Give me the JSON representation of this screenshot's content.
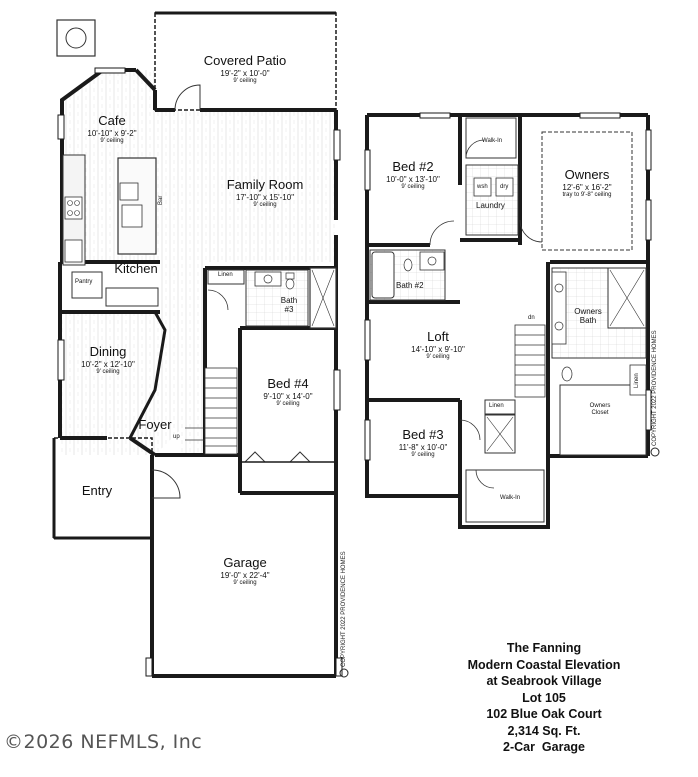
{
  "first_floor": {
    "covered_patio": {
      "name": "Covered Patio",
      "dims": "19'-2\" x 10'-0\"",
      "ceiling": "9' ceiling"
    },
    "cafe": {
      "name": "Cafe",
      "dims": "10'-10\" x 9'-2\"",
      "ceiling": "9' ceiling"
    },
    "family_room": {
      "name": "Family Room",
      "dims": "17'-10\" x 15'-10\"",
      "ceiling": "9' ceiling"
    },
    "kitchen": {
      "name": "Kitchen"
    },
    "bar_label": "Bar",
    "pantry_label": "Pantry",
    "linen_label": "Linen",
    "bath3": {
      "name": "Bath",
      "number": "#3"
    },
    "dining": {
      "name": "Dining",
      "dims": "10'-2\" x 12'-10\"",
      "ceiling": "9' ceiling"
    },
    "bed4": {
      "name": "Bed #4",
      "dims": "9'-10\" x 14'-0\"",
      "ceiling": "9' ceiling"
    },
    "foyer": {
      "name": "Foyer"
    },
    "up_label": "up",
    "entry": {
      "name": "Entry"
    },
    "garage": {
      "name": "Garage",
      "dims": "19'-0\" x 22'-4\"",
      "ceiling": "9' ceiling"
    },
    "copyright": "COPYRIGHT 2022 PROVIDENCE HOMES"
  },
  "second_floor": {
    "bed2": {
      "name": "Bed #2",
      "dims": "10'-0\" x 13'-10\"",
      "ceiling": "9' ceiling"
    },
    "walkin_top": "Walk-In",
    "washer_label": "wsh",
    "dryer_label": "dry",
    "laundry_label": "Laundry",
    "owners": {
      "name": "Owners",
      "dims": "12'-6\" x 16'-2\"",
      "ceiling": "tray to 9'-8\" ceiling"
    },
    "bath2_label": "Bath #2",
    "owners_bath": {
      "line1": "Owners",
      "line2": "Bath"
    },
    "loft": {
      "name": "Loft",
      "dims": "14'-10\" x 9'-10\"",
      "ceiling": "9' ceiling"
    },
    "dn_label": "dn",
    "linen_label": "Linen",
    "linen_vertical": "Linen",
    "owners_closet": {
      "line1": "Owners",
      "line2": "Closet"
    },
    "bed3": {
      "name": "Bed #3",
      "dims": "11'-8\" x 10'-0\"",
      "ceiling": "9' ceiling"
    },
    "walkin_bottom": "Walk-In",
    "copyright": "COPYRIGHT 2022 PROVIDENCE HOMES"
  },
  "info": {
    "model": "The Fanning",
    "elevation": "Modern Coastal Elevation",
    "community": "at Seabrook Village",
    "lot": "Lot 105",
    "address": "102 Blue Oak Court",
    "sqft": "2,314 Sq. Ft.",
    "garage": "2-Car  Garage"
  },
  "watermark": "©2026 NEFMLS, Inc"
}
